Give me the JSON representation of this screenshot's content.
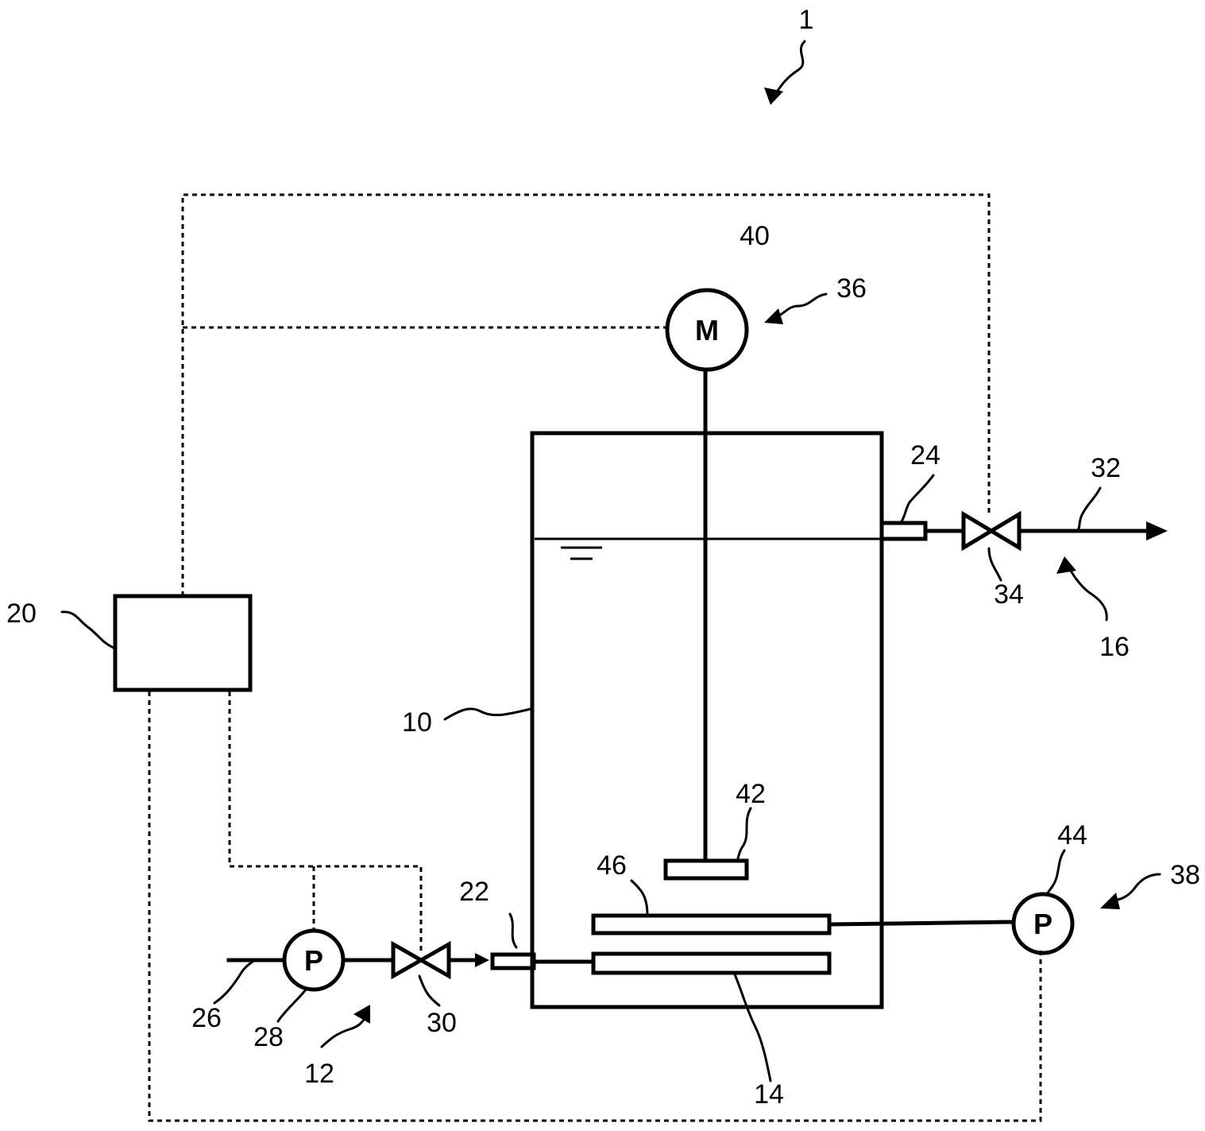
{
  "labels": {
    "system": "1",
    "tank": "10",
    "feed_line": "12",
    "lower_element": "14",
    "outlet_line": "16",
    "controller": "20",
    "inlet_port": "22",
    "outlet_port": "24",
    "feed_pipe": "26",
    "feed_pump": "28",
    "feed_valve": "30",
    "outlet_pipe": "32",
    "outlet_valve": "34",
    "agitator_assembly": "36",
    "circulation_assembly": "38",
    "motor": "40",
    "impeller": "42",
    "pump_right": "44",
    "upper_element": "46"
  },
  "symbols": {
    "motor": "M",
    "pump": "P"
  }
}
